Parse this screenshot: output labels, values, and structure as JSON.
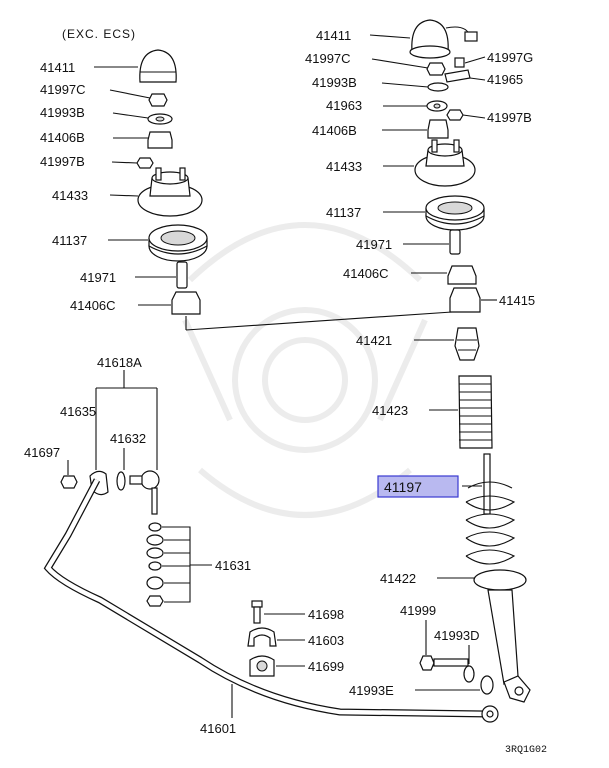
{
  "diagram": {
    "header_note": "(EXC. ECS)",
    "figure_code": "3RQ1G02",
    "highlight_color": "#b9b9f0",
    "highlight_border": "#3a3ad0",
    "labels": {
      "l_41411_a": "41411",
      "l_41997c_a": "41997C",
      "l_41993b_a": "41993B",
      "l_41406b_a": "41406B",
      "l_41997b_a": "41997B",
      "l_41433_a": "41433",
      "l_41137_a": "41137",
      "l_41971_a": "41971",
      "l_41406c_a": "41406C",
      "l_41411_b": "41411",
      "l_41997c_b": "41997C",
      "l_41997g": "41997G",
      "l_41993b_b": "41993B",
      "l_41965": "41965",
      "l_41963": "41963",
      "l_41997b_b": "41997B",
      "l_41406b_b": "41406B",
      "l_41433_b": "41433",
      "l_41137_b": "41137",
      "l_41971_b": "41971",
      "l_41406c_b": "41406C",
      "l_41415": "41415",
      "l_41421": "41421",
      "l_41423": "41423",
      "l_41197": "41197",
      "l_41422": "41422",
      "l_41999": "41999",
      "l_41993d": "41993D",
      "l_41993e": "41993E",
      "l_41618a": "41618A",
      "l_41635": "41635",
      "l_41632": "41632",
      "l_41697": "41697",
      "l_41631": "41631",
      "l_41698": "41698",
      "l_41603": "41603",
      "l_41699": "41699",
      "l_41601": "41601"
    }
  }
}
